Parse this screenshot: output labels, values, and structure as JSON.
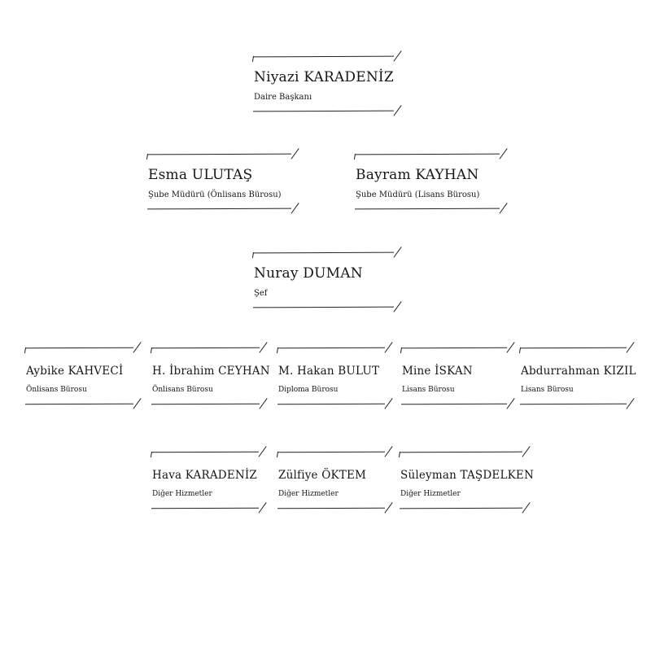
{
  "org_chart": {
    "line_color": "#222222",
    "levels": [
      {
        "nodes": [
          {
            "name": "Niyazi KARADENİZ",
            "title": "Daire Başkanı"
          }
        ]
      },
      {
        "nodes": [
          {
            "name": "Esma ULUTAŞ",
            "title": "Şube Müdürü (Önlisans Bürosu)"
          },
          {
            "name": "Bayram KAYHAN",
            "title": "Şube Müdürü (Lisans Bürosu)"
          }
        ]
      },
      {
        "nodes": [
          {
            "name": "Nuray DUMAN",
            "title": "Şef"
          }
        ]
      },
      {
        "nodes": [
          {
            "name": "Aybike KAHVECİ",
            "title": "Önlisans Bürosu"
          },
          {
            "name": "H. İbrahim CEYHAN",
            "title": "Önlisans Bürosu"
          },
          {
            "name": "M. Hakan BULUT",
            "title": "Diploma Bürosu"
          },
          {
            "name": "Mine İSKAN",
            "title": "Lisans Bürosu"
          },
          {
            "name": "Abdurrahman KIZIL",
            "title": "Lisans Bürosu"
          }
        ]
      },
      {
        "nodes": [
          {
            "name": "Hava KARADENİZ",
            "title": "Diğer Hizmetler"
          },
          {
            "name": "Zülfiye ÖKTEM",
            "title": "Diğer Hizmetler"
          },
          {
            "name": "Süleyman TAŞDELKEN",
            "title": "Diğer Hizmetler"
          }
        ]
      }
    ]
  }
}
